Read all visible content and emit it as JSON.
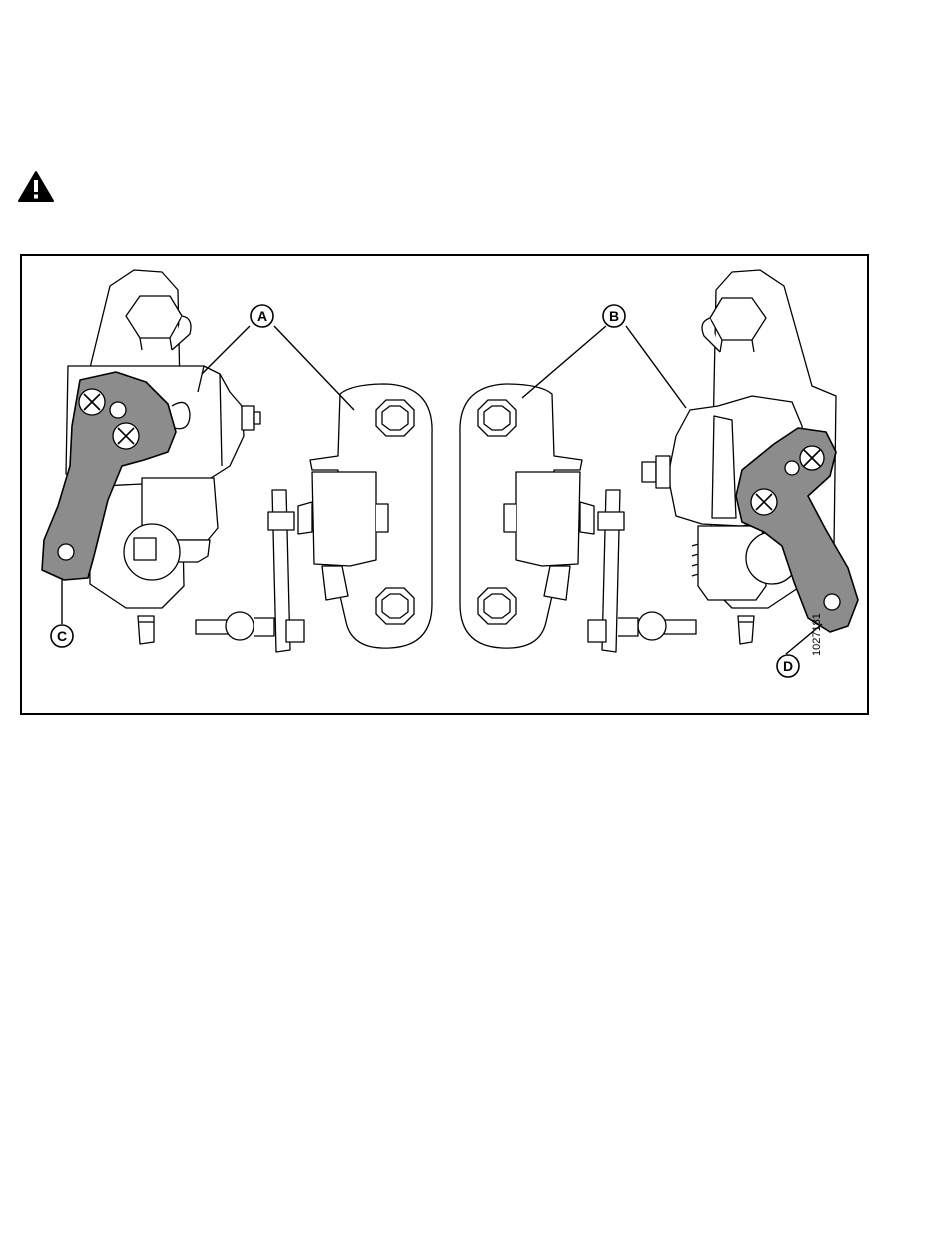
{
  "icons": {
    "warning": "warning-triangle-icon"
  },
  "colors": {
    "arm_fill": "#8c8c8c",
    "line": "#000000",
    "background": "#ffffff"
  },
  "figure": {
    "callouts": {
      "a": "A",
      "b": "B",
      "c": "C",
      "d": "D"
    },
    "figure_number": "1027181"
  }
}
